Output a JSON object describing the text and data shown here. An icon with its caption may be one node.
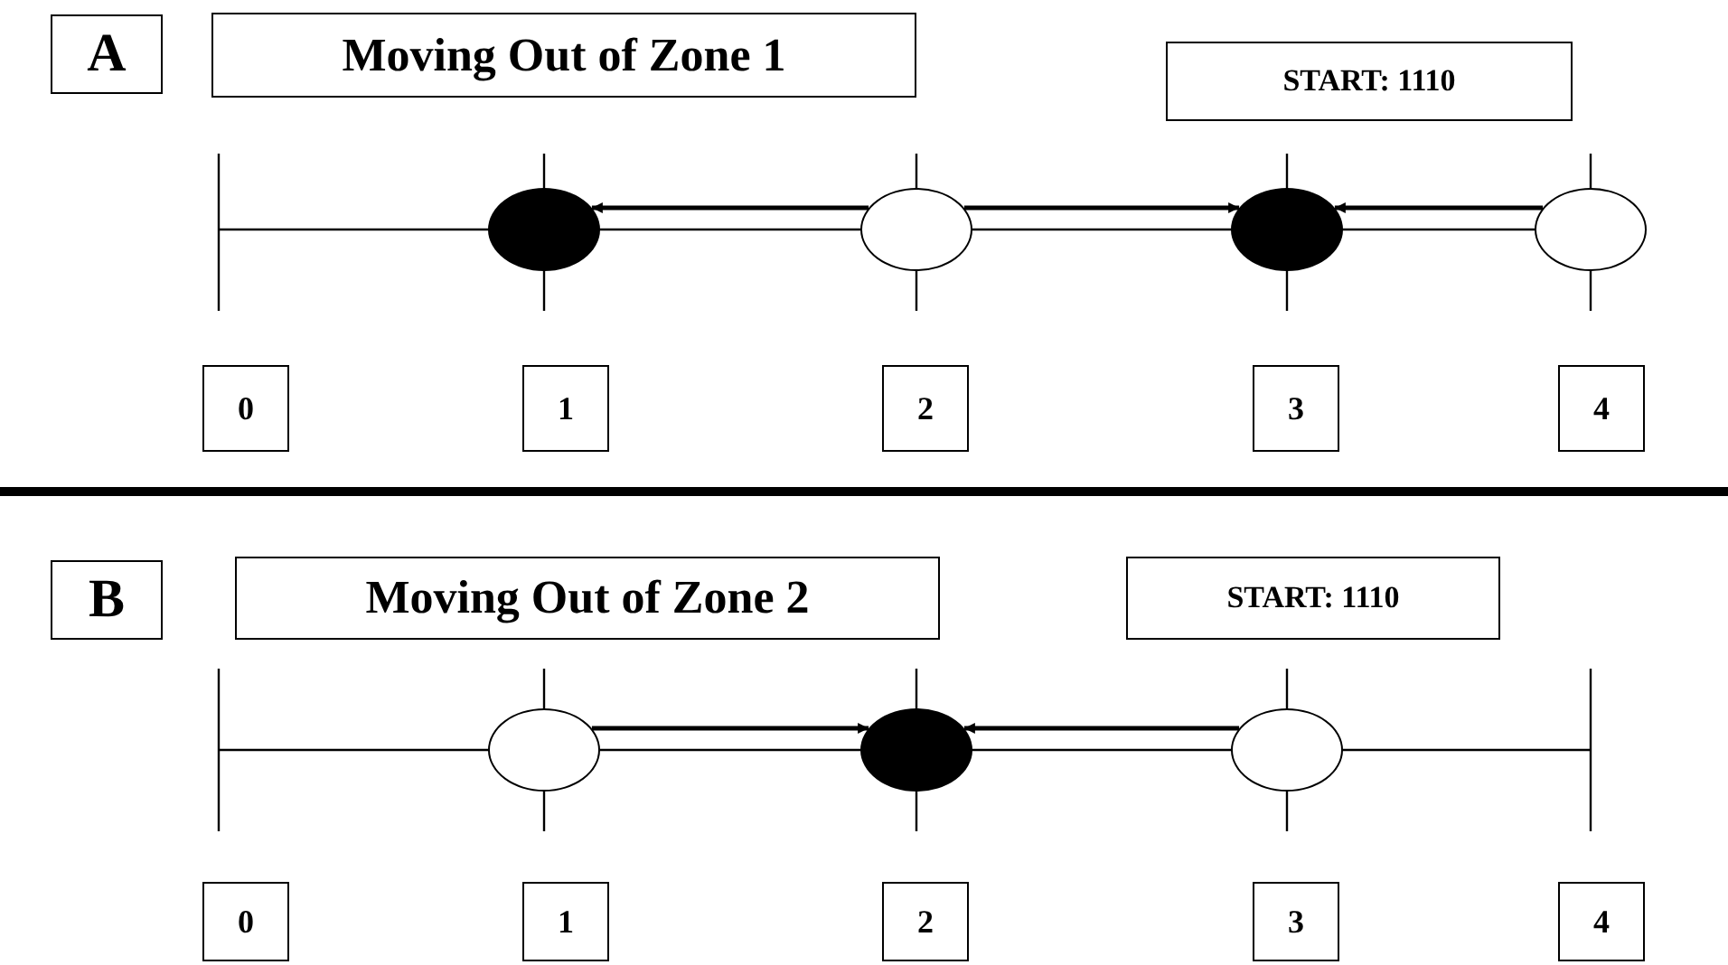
{
  "diagram": {
    "nodes": [
      {
        "text": [
          "A"
        ]
      },
      {
        "text": [
          "Moving Out of Zone 1"
        ]
      },
      {
        "text": [
          "START: 1110"
        ]
      },
      {
        "text": [],
        "shape": "circle"
      },
      {
        "text": [],
        "shape": "circle"
      },
      {
        "text": [],
        "shape": "circle"
      },
      {
        "text": [],
        "shape": "circle"
      },
      {
        "text": [
          "0"
        ]
      },
      {
        "text": [
          "1"
        ]
      },
      {
        "text": [
          "2"
        ]
      },
      {
        "text": [
          "3"
        ]
      },
      {
        "text": [
          "4"
        ]
      },
      {
        "text": [
          "B"
        ]
      },
      {
        "text": [
          "Moving Out of Zone 2"
        ]
      },
      {
        "text": [
          "START: 1110"
        ]
      },
      {
        "text": [],
        "shape": "circle"
      },
      {
        "text": [],
        "shape": "circle"
      },
      {
        "text": [],
        "shape": "circle"
      },
      {
        "text": [
          "0"
        ]
      },
      {
        "text": [
          "1"
        ]
      },
      {
        "text": [
          "2"
        ]
      },
      {
        "text": [
          "3"
        ]
      },
      {
        "text": [
          "4"
        ]
      }
    ],
    "edges": [
      {
        "from": 4,
        "to": 3,
        "arrow": "to"
      },
      {
        "from": 4,
        "to": 5,
        "arrow": "to"
      },
      {
        "from": 6,
        "to": 5,
        "arrow": "to"
      },
      {
        "from": 15,
        "to": 16,
        "arrow": "to"
      },
      {
        "from": 17,
        "to": 16,
        "arrow": "to"
      }
    ]
  }
}
